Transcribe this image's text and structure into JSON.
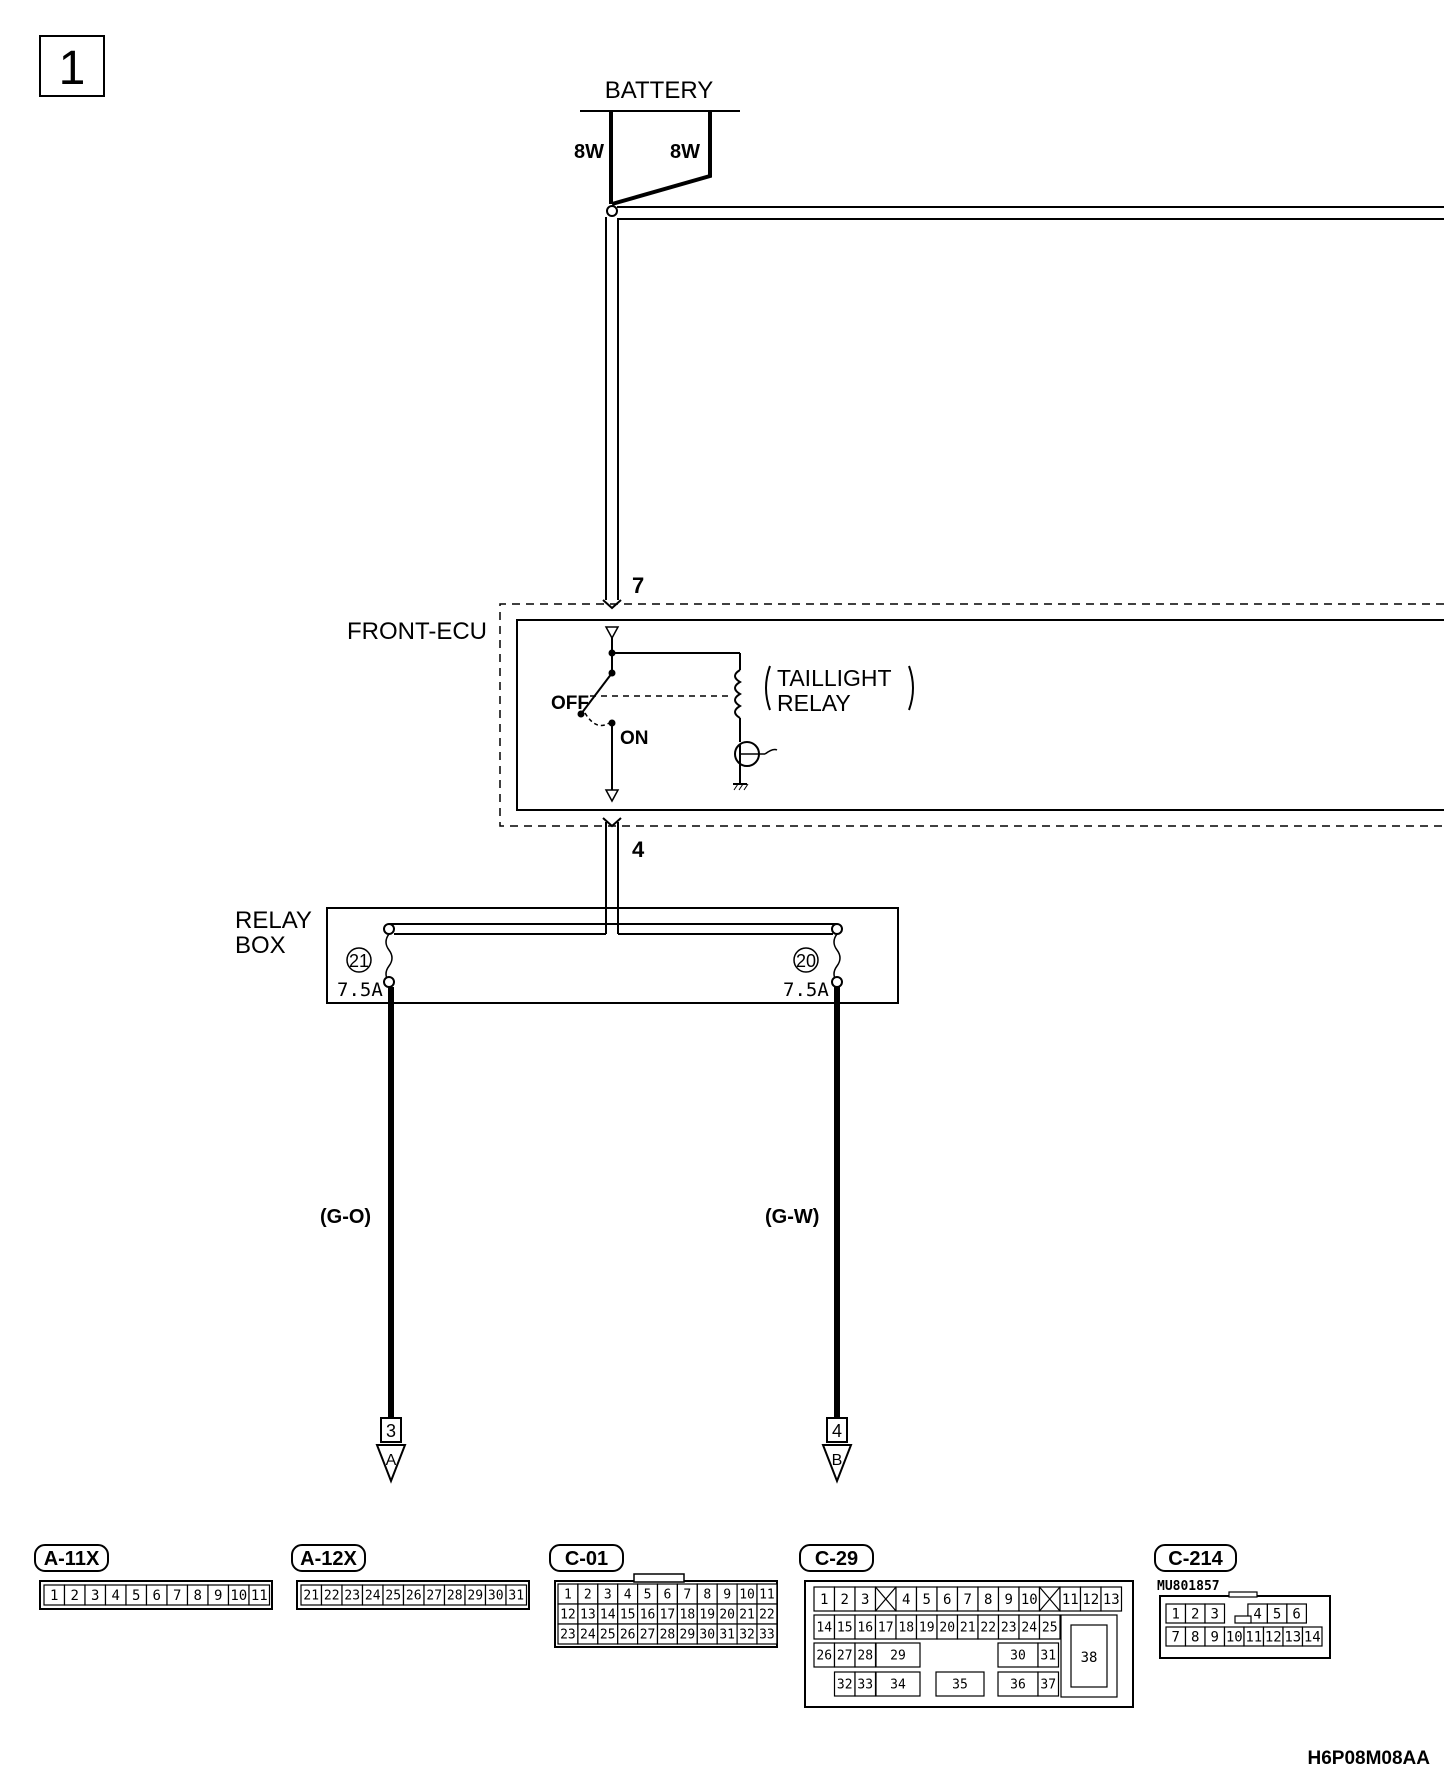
{
  "page_number": "1",
  "battery": {
    "label": "BATTERY",
    "fuse_left": "8W",
    "fuse_right": "8W"
  },
  "front_ecu": {
    "label": "FRONT-ECU",
    "pin_in": "7",
    "pin_out": "4",
    "relay_line1": "TAILLIGHT",
    "relay_line2": "RELAY",
    "switch_off": "OFF",
    "switch_on": "ON"
  },
  "relay_box": {
    "label_line1": "RELAY",
    "label_line2": "BOX",
    "fuse_left": {
      "number": "21",
      "rating": "7.5A"
    },
    "fuse_right": {
      "number": "20",
      "rating": "7.5A"
    }
  },
  "wires": {
    "left": "(G-O)",
    "right": "(G-W)"
  },
  "continuation": {
    "left": {
      "page": "3",
      "letter": "A"
    },
    "right": {
      "page": "4",
      "letter": "B"
    }
  },
  "connectors": [
    {
      "id": "A-11X",
      "rows": [
        [
          "1",
          "2",
          "3",
          "4",
          "5",
          "6",
          "7",
          "8",
          "9",
          "10",
          "11"
        ]
      ]
    },
    {
      "id": "A-12X",
      "rows": [
        [
          "21",
          "22",
          "23",
          "24",
          "25",
          "26",
          "27",
          "28",
          "29",
          "30",
          "31"
        ]
      ]
    },
    {
      "id": "C-01",
      "rows": [
        [
          "1",
          "2",
          "3",
          "4",
          "5",
          "6",
          "7",
          "8",
          "9",
          "10",
          "11"
        ],
        [
          "12",
          "13",
          "14",
          "15",
          "16",
          "17",
          "18",
          "19",
          "20",
          "21",
          "22"
        ],
        [
          "23",
          "24",
          "25",
          "26",
          "27",
          "28",
          "29",
          "30",
          "31",
          "32",
          "33"
        ]
      ]
    },
    {
      "id": "C-29",
      "pins": [
        "1",
        "2",
        "3",
        "4",
        "5",
        "6",
        "7",
        "8",
        "9",
        "10",
        "11",
        "12",
        "13",
        "14",
        "15",
        "16",
        "17",
        "18",
        "19",
        "20",
        "21",
        "22",
        "23",
        "24",
        "25",
        "26",
        "27",
        "28",
        "29",
        "30",
        "31",
        "32",
        "33",
        "34",
        "35",
        "36",
        "37",
        "38"
      ]
    },
    {
      "id": "C-214",
      "part_number": "MU801857",
      "rows": [
        [
          "1",
          "2",
          "3",
          "",
          "4",
          "5",
          "6"
        ],
        [
          "7",
          "8",
          "9",
          "10",
          "11",
          "12",
          "13",
          "14"
        ]
      ]
    }
  ],
  "diagram_code": "H6P08M08AA"
}
